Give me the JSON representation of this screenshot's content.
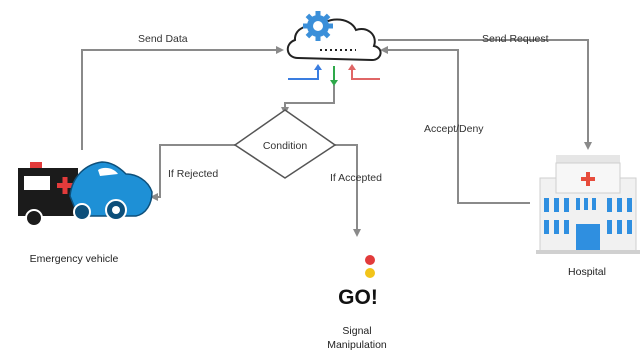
{
  "edges": {
    "send_data": "Send Data",
    "send_request": "Send Request",
    "accept_deny": "Accept/Deny",
    "if_rejected": "If Rejected",
    "if_accepted": "If Accepted"
  },
  "nodes": {
    "condition": "Condition",
    "emergency_vehicle": "Emergency vehicle",
    "hospital": "Hospital",
    "signal_line1": "Signal",
    "signal_line2": "Manipulation",
    "go_text": "GO!"
  },
  "colors": {
    "arrow": "#8a8a8a",
    "cloud_gear": "#3b8fd9",
    "arrow_up_blue": "#3a7de0",
    "arrow_down_green": "#2ea84a",
    "arrow_in_red": "#e06666",
    "ambulance_cross": "#e23b3b",
    "car_body": "#1e90d6",
    "hospital_cross": "#e74c3c",
    "hospital_glass": "#2f8fe0"
  },
  "icons": [
    "cloud-gear-icon",
    "ambulance-car-icon",
    "hospital-icon",
    "traffic-light-icon"
  ]
}
